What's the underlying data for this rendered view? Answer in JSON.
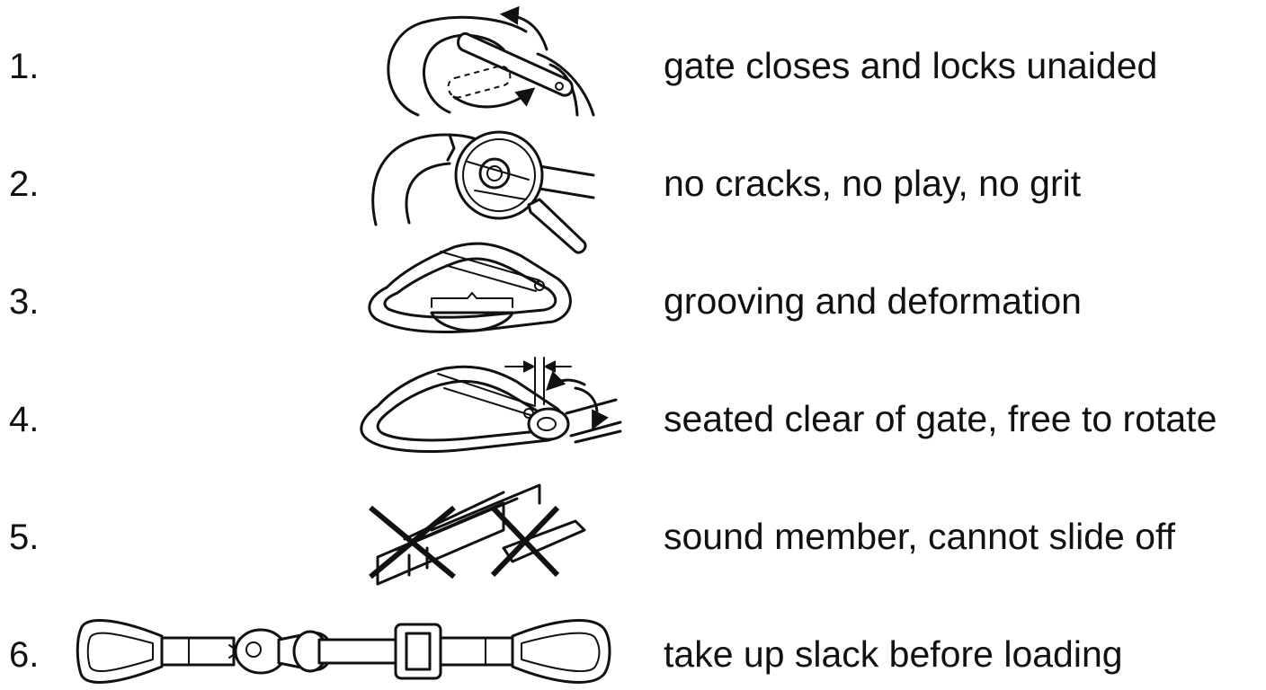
{
  "steps": [
    {
      "number": "1.",
      "text": "gate closes and locks unaided",
      "illustration": "gate-lock-icon"
    },
    {
      "number": "2.",
      "text": "no cracks, no play, no grit",
      "illustration": "magnifier-inspection-icon"
    },
    {
      "number": "3.",
      "text": "grooving and deformation",
      "illustration": "carabiner-wear-icon"
    },
    {
      "number": "4.",
      "text": "seated clear of gate, free to rotate",
      "illustration": "carabiner-rotate-icon"
    },
    {
      "number": "5.",
      "text": "sound member, cannot slide off",
      "illustration": "beam-x-icon"
    },
    {
      "number": "6.",
      "text": "take up slack before loading",
      "illustration": "lanyard-slack-icon"
    }
  ]
}
